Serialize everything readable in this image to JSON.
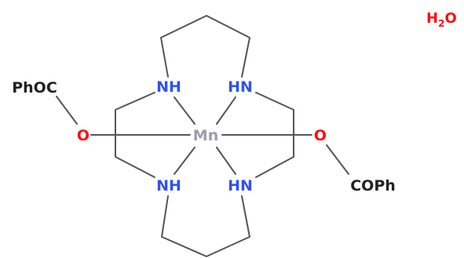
{
  "molecule": {
    "metal": {
      "label": "Mn",
      "color": "#9c9cac"
    },
    "amines": [
      {
        "id": "n-top-left",
        "label": "NH"
      },
      {
        "id": "n-top-right",
        "label": "HN"
      },
      {
        "id": "n-bottom-left",
        "label": "NH"
      },
      {
        "id": "n-bottom-right",
        "label": "HN"
      }
    ],
    "oxygens": [
      {
        "id": "o-left",
        "label": "O"
      },
      {
        "id": "o-right",
        "label": "O"
      }
    ],
    "groups": [
      {
        "id": "phoc-left",
        "label": "PhOC"
      },
      {
        "id": "coph-right",
        "label": "COPh"
      }
    ],
    "water": {
      "main": "H",
      "sub": "2",
      "tail": "O",
      "color": "#ff0d0d"
    },
    "colors": {
      "nitrogen": "#3050f8",
      "oxygen": "#ff0d0d",
      "bond": "#555555"
    }
  }
}
